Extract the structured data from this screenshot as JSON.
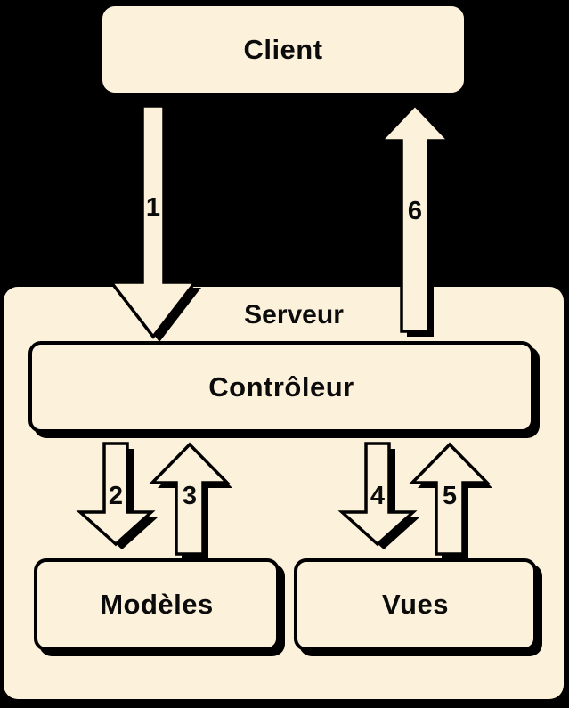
{
  "diagram_type": "mvc-client-server-flow",
  "nodes": {
    "client": {
      "label": "Client"
    },
    "server": {
      "label": "Serveur"
    },
    "controller": {
      "label": "Contrôleur"
    },
    "models": {
      "label": "Modèles"
    },
    "views": {
      "label": "Vues"
    }
  },
  "arrows": [
    {
      "label": "1",
      "direction": "down",
      "from": "Client",
      "to": "Contrôleur"
    },
    {
      "label": "2",
      "direction": "down",
      "from": "Contrôleur",
      "to": "Modèles"
    },
    {
      "label": "3",
      "direction": "up",
      "from": "Modèles",
      "to": "Contrôleur"
    },
    {
      "label": "4",
      "direction": "down",
      "from": "Contrôleur",
      "to": "Vues"
    },
    {
      "label": "5",
      "direction": "up",
      "from": "Vues",
      "to": "Contrôleur"
    },
    {
      "label": "6",
      "direction": "up",
      "from": "Contrôleur",
      "to": "Client"
    }
  ],
  "colors": {
    "background": "#000000",
    "shape_fill": "#FCF1DB",
    "outline": "#000000",
    "text": "#0B0B0B"
  }
}
